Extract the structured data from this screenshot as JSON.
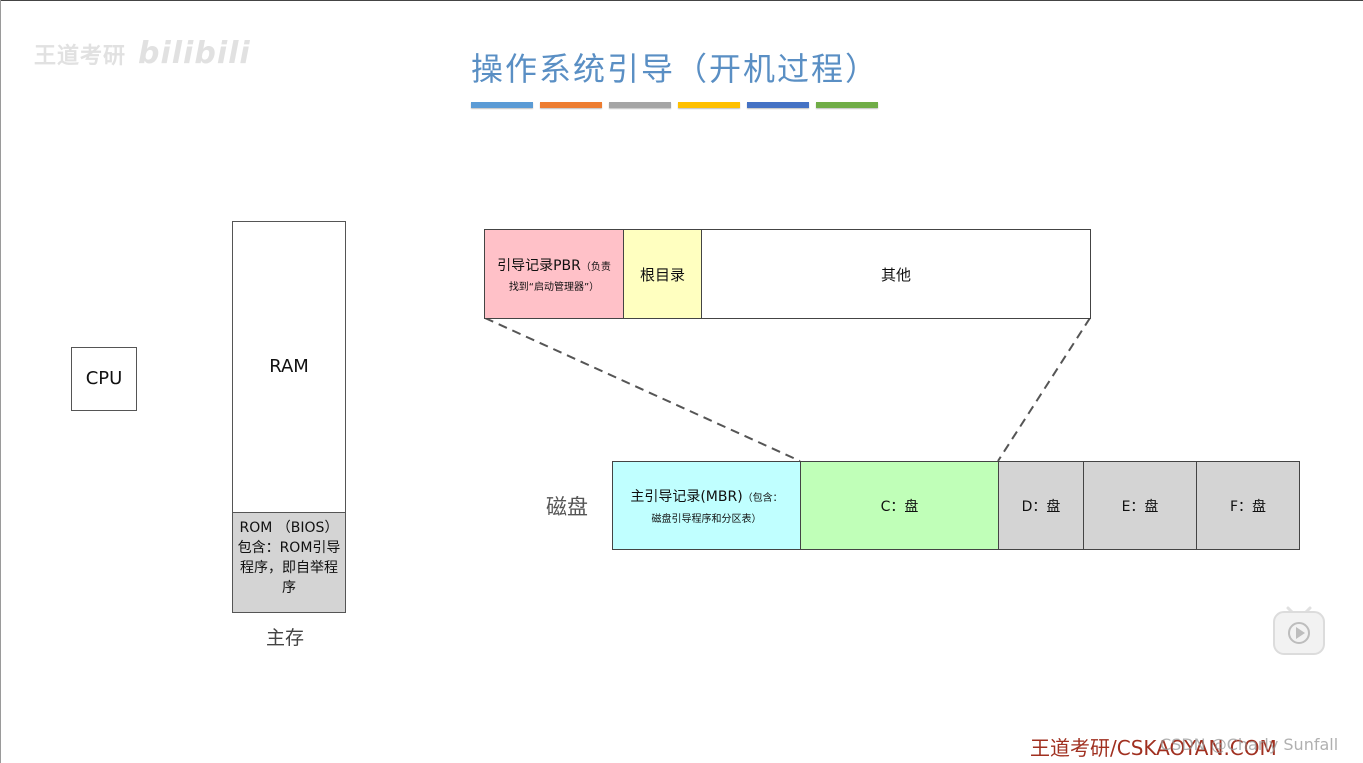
{
  "watermark": {
    "text": "王道考研",
    "brand": "bilibili"
  },
  "title": "操作系统引导（开机过程）",
  "color_bars": [
    "#5b9bd5",
    "#ed7d31",
    "#a5a5a5",
    "#ffc000",
    "#4472c4",
    "#70ad47"
  ],
  "cpu": {
    "label": "CPU"
  },
  "memory": {
    "ram_label": "RAM",
    "rom_label": "ROM （BIOS）包含：ROM引导程序，即自举程序",
    "caption": "主存"
  },
  "pbr_row": {
    "pbr_title": "引导记录PBR",
    "pbr_note_1": "（负责",
    "pbr_note_2": "找到“启动管理器”）",
    "root_label": "根目录",
    "other_label": "其他"
  },
  "disk": {
    "label": "磁盘",
    "mbr_title": "主引导记录(MBR)",
    "mbr_note_1": "（包含：",
    "mbr_note_2": "磁盘引导程序和分区表）",
    "partitions": [
      {
        "label": "C：盘"
      },
      {
        "label": "D：盘"
      },
      {
        "label": "E：盘"
      },
      {
        "label": "F：盘"
      }
    ]
  },
  "colors": {
    "pbr": "#ffc1c8",
    "root": "#ffffc0",
    "mbr": "#c0ffff",
    "c_drive": "#c0ffb8",
    "other_drive": "#d4d4d4",
    "title": "#5a8fc4",
    "footer": "#a03020"
  },
  "icons": {
    "play": "play-icon"
  },
  "footer": {
    "text": "王道考研/CSKAOYAN.COM",
    "overlay": "CSDN @Charly Sunfall"
  }
}
